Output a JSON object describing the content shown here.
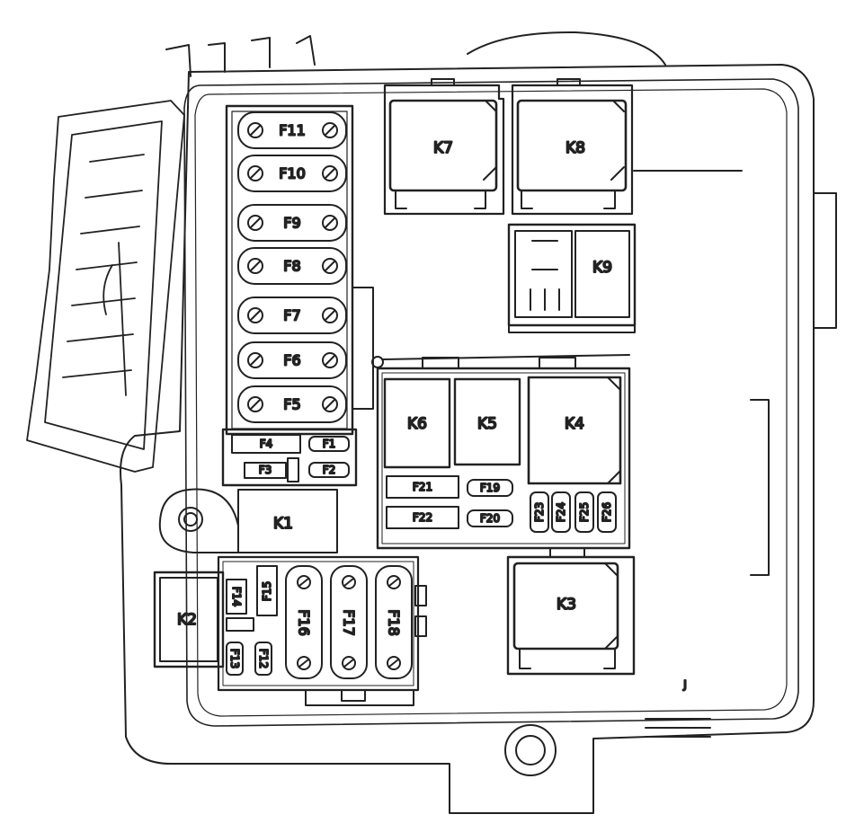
{
  "diagram": {
    "relays": {
      "K1": "K1",
      "K2": "K2",
      "K3": "K3",
      "K4": "K4",
      "K5": "K5",
      "K6": "K6",
      "K7": "K7",
      "K8": "K8",
      "K9": "K9"
    },
    "fuses": {
      "F1": "F1",
      "F2": "F2",
      "F3": "F3",
      "F4": "F4",
      "F5": "F5",
      "F6": "F6",
      "F7": "F7",
      "F8": "F8",
      "F9": "F9",
      "F10": "F10",
      "F11": "F11",
      "F12": "F12",
      "F13": "F13",
      "F14": "F14",
      "F15": "F15",
      "F16": "F16",
      "F17": "F17",
      "F18": "F18",
      "F19": "F19",
      "F20": "F20",
      "F21": "F21",
      "F22": "F22",
      "F23": "F23",
      "F24": "F24",
      "F25": "F25",
      "F26": "F26"
    },
    "stray_mark": "J"
  }
}
